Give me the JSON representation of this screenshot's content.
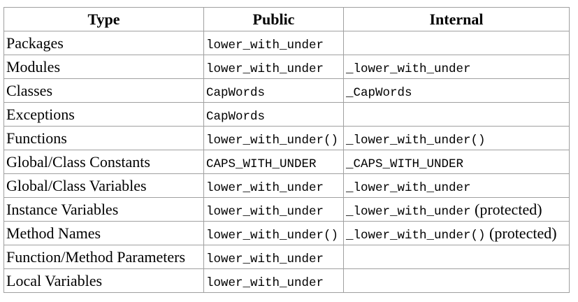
{
  "headers": {
    "type": "Type",
    "public": "Public",
    "internal": "Internal"
  },
  "rows": [
    {
      "type": "Packages",
      "public": "lower_with_under",
      "internal": "",
      "internal_note": ""
    },
    {
      "type": "Modules",
      "public": "lower_with_under",
      "internal": "_lower_with_under",
      "internal_note": ""
    },
    {
      "type": "Classes",
      "public": "CapWords",
      "internal": "_CapWords",
      "internal_note": ""
    },
    {
      "type": "Exceptions",
      "public": "CapWords",
      "internal": "",
      "internal_note": ""
    },
    {
      "type": "Functions",
      "public": "lower_with_under()",
      "internal": "_lower_with_under()",
      "internal_note": ""
    },
    {
      "type": "Global/Class Constants",
      "public": "CAPS_WITH_UNDER",
      "internal": "_CAPS_WITH_UNDER",
      "internal_note": ""
    },
    {
      "type": "Global/Class Variables",
      "public": "lower_with_under",
      "internal": "_lower_with_under",
      "internal_note": ""
    },
    {
      "type": "Instance Variables",
      "public": "lower_with_under",
      "internal": "_lower_with_under",
      "internal_note": " (protected)"
    },
    {
      "type": "Method Names",
      "public": "lower_with_under()",
      "internal": "_lower_with_under()",
      "internal_note": " (protected)"
    },
    {
      "type": "Function/Method Parameters",
      "public": "lower_with_under",
      "internal": "",
      "internal_note": ""
    },
    {
      "type": "Local Variables",
      "public": "lower_with_under",
      "internal": "",
      "internal_note": ""
    }
  ]
}
